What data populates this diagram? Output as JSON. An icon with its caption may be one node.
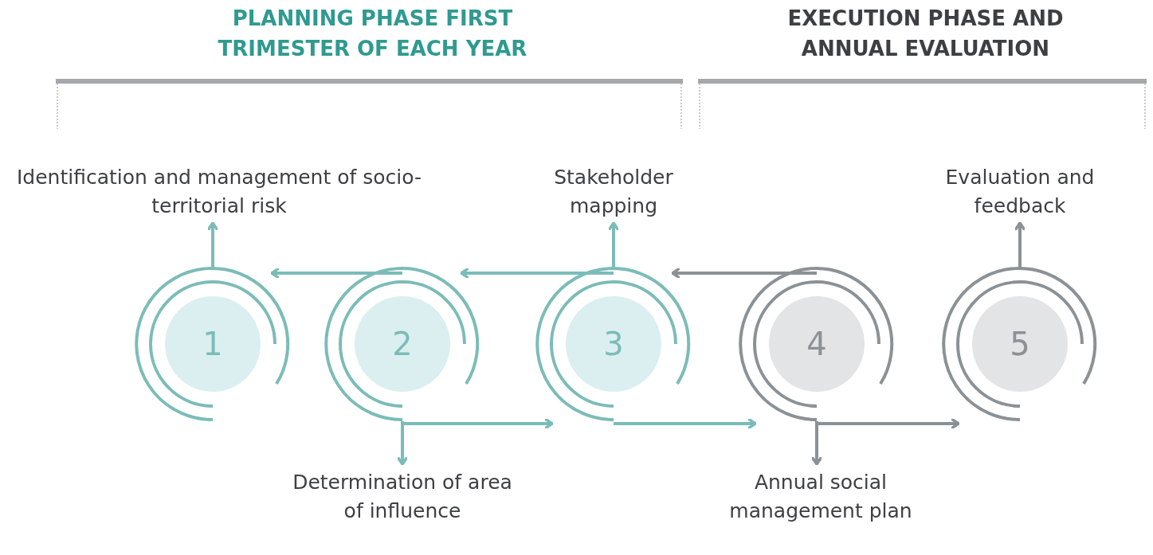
{
  "diagram": {
    "nodes": [
      {
        "text": [
          "1"
        ]
      },
      {
        "text": [
          "2"
        ]
      },
      {
        "text": [
          "3"
        ]
      },
      {
        "text": [
          "4"
        ]
      },
      {
        "text": [
          "5"
        ]
      },
      {
        "text": [
          "Identification and management of socio-territorial risk"
        ]
      },
      {
        "text": [
          "Determination of area of influence"
        ]
      },
      {
        "text": [
          "Stakeholder mapping"
        ]
      },
      {
        "text": [
          "Annual social management plan"
        ]
      },
      {
        "text": [
          "Evaluation and feedback"
        ]
      }
    ],
    "edges": [
      {
        "from": 0,
        "to": 5,
        "arrow": "to"
      },
      {
        "from": 1,
        "to": 0,
        "arrow": "to"
      },
      {
        "from": 1,
        "to": 6,
        "arrow": "to"
      },
      {
        "from": 1,
        "to": 2,
        "arrow": "to"
      },
      {
        "from": 2,
        "to": 1,
        "arrow": "to"
      },
      {
        "from": 2,
        "to": 7,
        "arrow": "to"
      },
      {
        "from": 2,
        "to": 3,
        "arrow": "to"
      },
      {
        "from": 3,
        "to": 2,
        "arrow": "to",
        "color": "#8c9195"
      },
      {
        "from": 3,
        "to": 8,
        "arrow": "to",
        "color": "#8c9195"
      },
      {
        "from": 3,
        "to": 4,
        "arrow": "to",
        "color": "#8c9195"
      },
      {
        "from": 4,
        "to": 9,
        "arrow": "to",
        "color": "#8c9195"
      }
    ],
    "labels": [
      "PLANNING PHASE FIRST TRIMESTER OF EACH YEAR",
      "EXECUTION PHASE AND ANNUAL EVALUATION"
    ]
  }
}
